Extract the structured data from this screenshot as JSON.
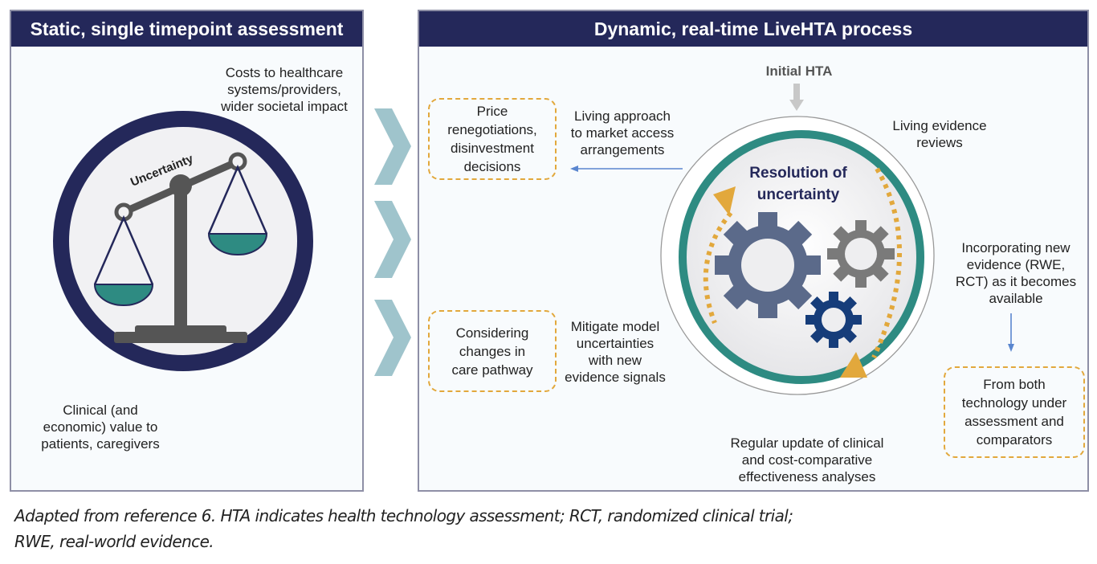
{
  "left_panel": {
    "title": "Static, single timepoint assessment",
    "top_label": [
      "Costs to healthcare",
      "systems/providers,",
      "wider societal impact"
    ],
    "scale_label": "Uncertainty",
    "bottom_label": [
      "Clinical (and",
      "economic) value to",
      "patients, caregivers"
    ]
  },
  "transition_arrows": {
    "icon": "chevron-right-icon",
    "count": 3
  },
  "right_panel": {
    "title": "Dynamic, real-time LiveHTA process",
    "initial": "Initial HTA",
    "center_title": [
      "Resolution of",
      "uncertainty"
    ],
    "box_price": [
      "Price",
      "renegotiations,",
      "disinvestment",
      "decisions"
    ],
    "market_label": [
      "Living approach",
      "to market access",
      "arrangements"
    ],
    "box_care": [
      "Considering",
      "changes in",
      "care pathway"
    ],
    "mitigate_label": [
      "Mitigate model",
      "uncertainties",
      "with new",
      "evidence signals"
    ],
    "living_reviews": [
      "Living evidence",
      "reviews"
    ],
    "incorporating": [
      "Incorporating new",
      "evidence (RWE,",
      "RCT) as it becomes",
      "available"
    ],
    "box_sources": [
      "From both",
      "technology under",
      "assessment and",
      "comparators"
    ],
    "regular_update": [
      "Regular update of clinical",
      "and cost-comparative",
      "effectiveness analyses"
    ]
  },
  "caption": [
    "Adapted from reference 6. HTA indicates health technology assessment; RCT, randomized clinical trial;",
    "RWE, real-world evidence."
  ],
  "colors": {
    "header_navy": "#24285a",
    "teal": "#2e8b82",
    "gold": "#e2a83c",
    "chevron": "#9fc4cc",
    "scale_gray": "#555555",
    "gear_slate": "#5b6a8a",
    "gear_gray": "#7a7a7a",
    "gear_navy": "#163d7a",
    "arrow_blue": "#5a86cf"
  }
}
